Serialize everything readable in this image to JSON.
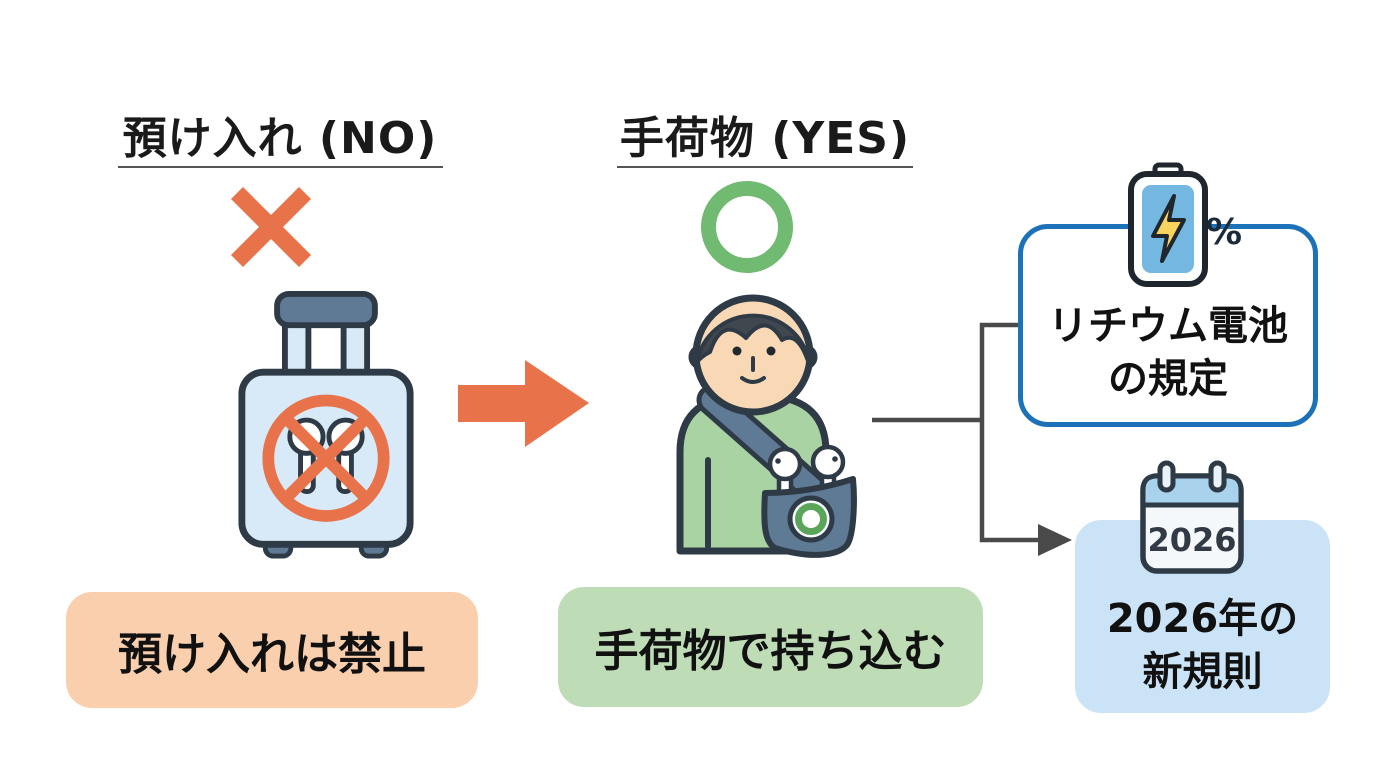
{
  "figure": {
    "checked_column": {
      "title": "預け入れ (NO)",
      "status_icon": "cross-mark",
      "illustration": "suitcase-with-prohibited-earbuds",
      "caption": "預け入れは禁止"
    },
    "carryon_column": {
      "title": "手荷物 (YES)",
      "status_icon": "circle-mark",
      "illustration": "person-carrying-earbuds-bag",
      "caption": "手荷物で持ち込む"
    },
    "flow": {
      "arrow_icon": "right-arrow",
      "connector_icon": "branching-connector-arrow"
    },
    "callouts": {
      "battery_rule": {
        "line1": "リチウム電池",
        "line2": "の規定",
        "icon": "charging-battery",
        "percent_symbol": "%"
      },
      "new_rule_2026": {
        "line1": "2026年の",
        "line2": "新規則",
        "icon": "calendar",
        "calendar_year": "2026"
      }
    }
  },
  "colors": {
    "background": "#FFFFFF",
    "accent_orange": "#E8734A",
    "caption_peach": "#F9CFAE",
    "caption_green": "#BEDDB6",
    "ring_green": "#71BA71",
    "badge_green": "#5BA55B",
    "callout_border_blue": "#1C72B8",
    "callout_fill_blue": "#CBE3F6",
    "battery_blue": "#74B8E2",
    "bolt_yellow": "#F7D45E",
    "calendar_header_blue": "#A9D3ED",
    "suitcase_body_blue": "#D8EAF8",
    "slate_blue_gray": "#5F7A95",
    "shirt_green": "#A9D3A2",
    "skin_tone": "#F9D9B5",
    "hair_dark": "#41474E",
    "outline_dark": "#2E3A46",
    "connector_gray": "#4A4A4A",
    "underline_gray": "#555555",
    "text_black": "#1A1A1A"
  }
}
